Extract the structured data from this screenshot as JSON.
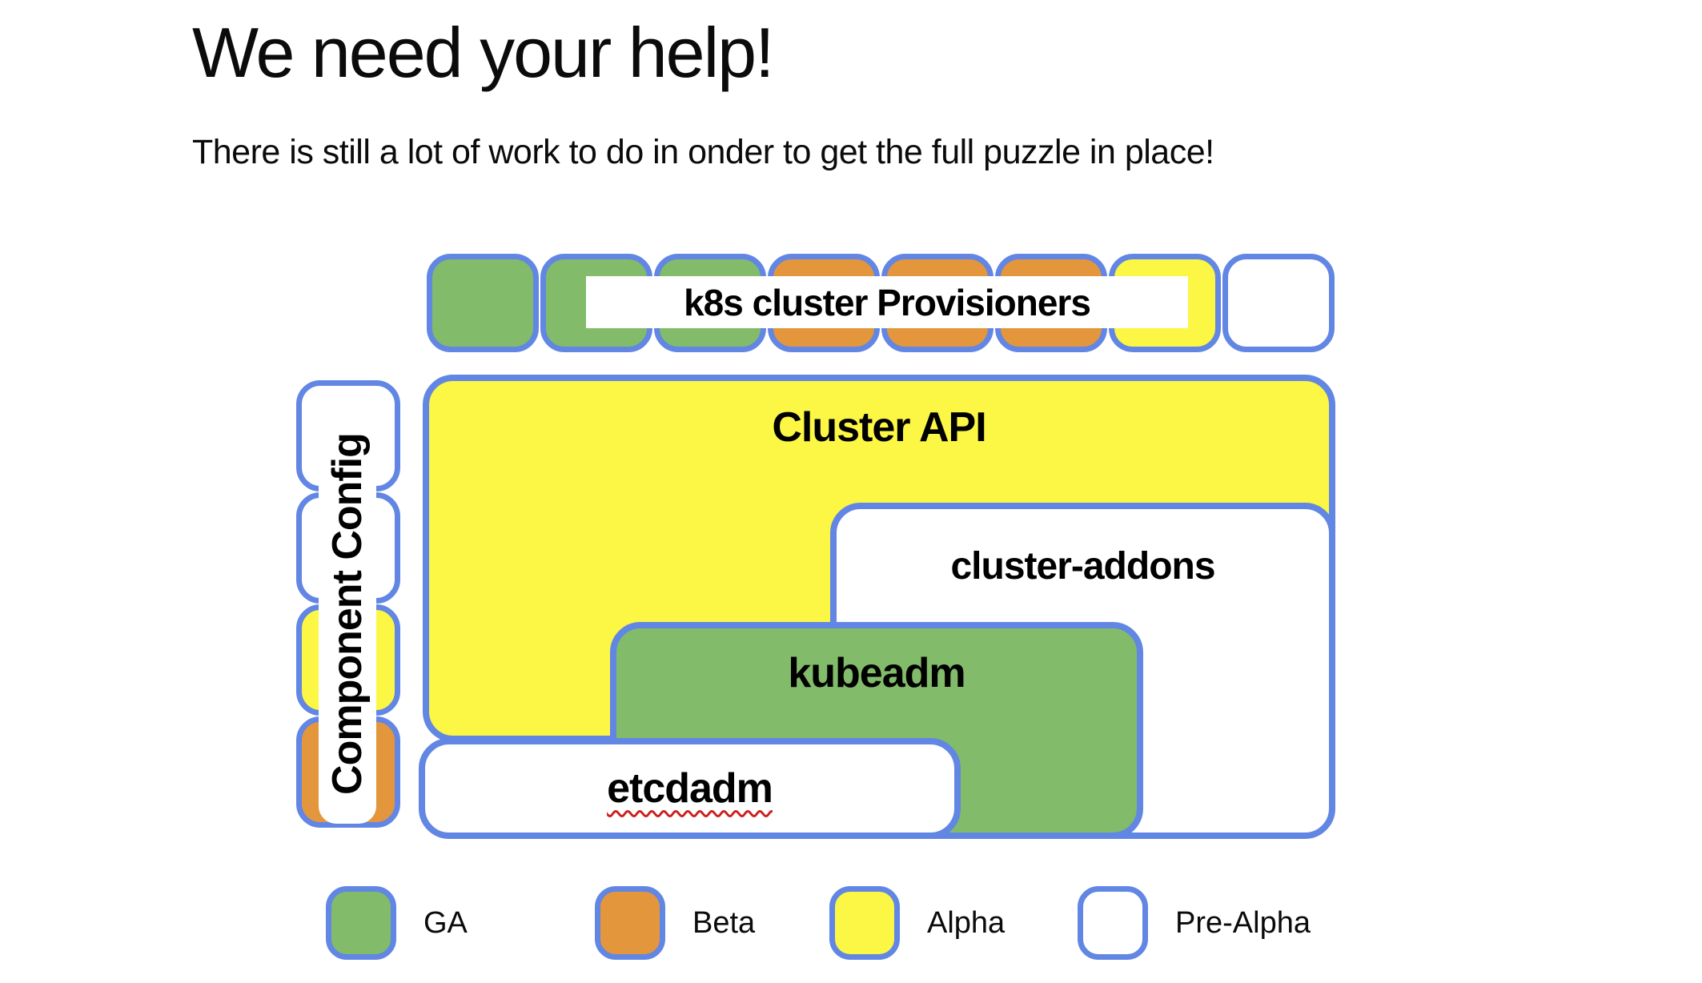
{
  "slide": {
    "title": "We need your help!",
    "subtitle": "There is still a lot of work to do in onder to get the full puzzle in place!"
  },
  "colors": {
    "border_blue": "#6286e3",
    "ga_green": "#82bb6a",
    "beta_orange": "#e4963d",
    "alpha_yellow": "#fcf645",
    "prealpha_white": "#ffffff",
    "squiggle_red": "#cc2222"
  },
  "status_colors": {
    "GA": "#82bb6a",
    "Beta": "#e4963d",
    "Alpha": "#fcf645",
    "Pre-Alpha": "#ffffff"
  },
  "diagram": {
    "provisioners_label": "k8s cluster Provisioners",
    "provisioner_tiles": [
      "GA",
      "GA",
      "GA",
      "Beta",
      "Beta",
      "Beta",
      "Alpha",
      "Pre-Alpha"
    ],
    "component_config_label": "Component Config",
    "component_config_tiles": [
      "Pre-Alpha",
      "Pre-Alpha",
      "Alpha",
      "Beta"
    ],
    "boxes": {
      "cluster_api": "Cluster API",
      "cluster_addons": "cluster-addons",
      "kubeadm": "kubeadm",
      "etcdadm": "etcdadm"
    },
    "etcdadm_spellcheck_underline": true
  },
  "legend": {
    "items": [
      {
        "label": "GA",
        "status": "GA"
      },
      {
        "label": "Beta",
        "status": "Beta"
      },
      {
        "label": "Alpha",
        "status": "Alpha"
      },
      {
        "label": "Pre-Alpha",
        "status": "Pre-Alpha"
      }
    ]
  }
}
